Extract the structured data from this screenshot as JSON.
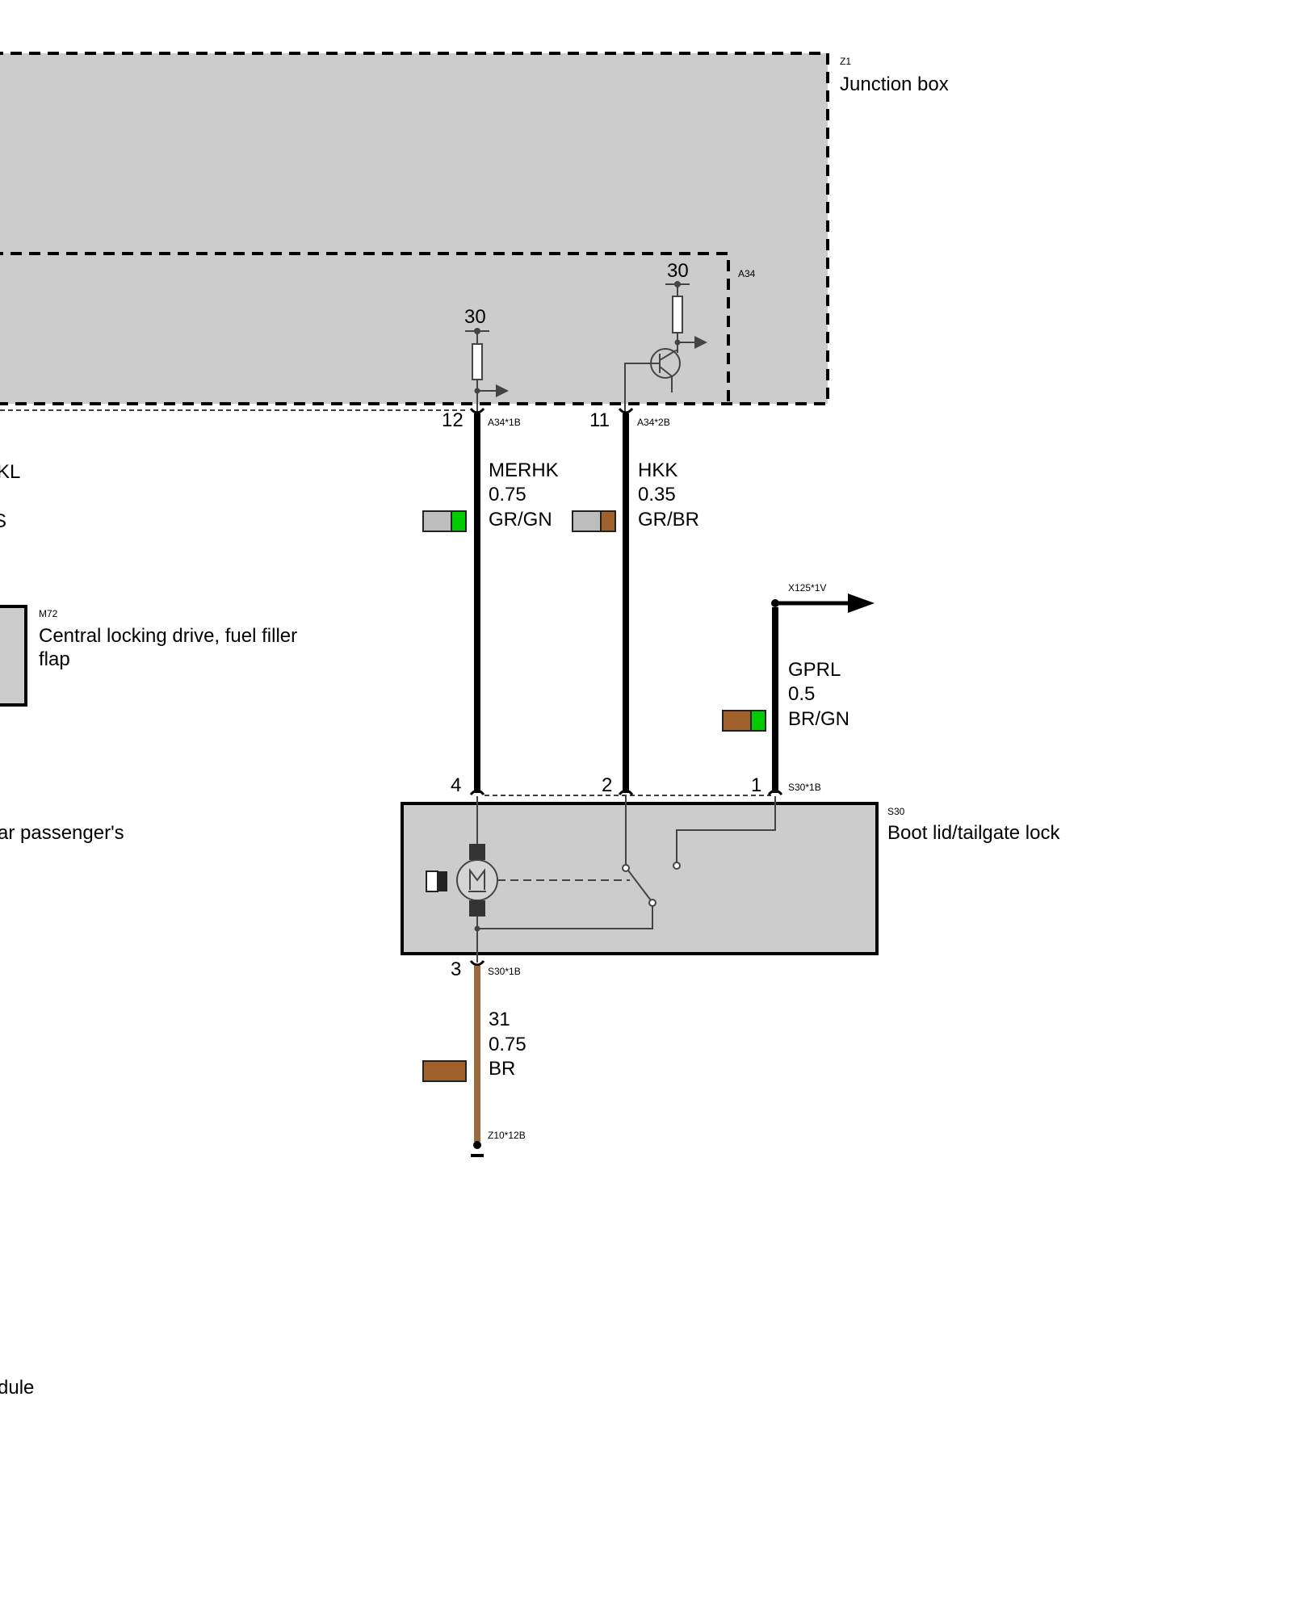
{
  "colors": {
    "box_fill": "#cccccc",
    "wire_black": "#000000",
    "wire_brown": "#9c6b3d",
    "swatch_gray": "#bdbdbd",
    "swatch_green": "#00cc00",
    "swatch_brown": "#a0612d",
    "component_line": "#444444"
  },
  "icons": {
    "motor": "motor-M-symbol",
    "transistor": "transistor-npn-symbol",
    "resistor": "resistor-symbol",
    "ground": "ground-symbol",
    "arrow": "arrow-right"
  },
  "junction_box": {
    "code": "Z1",
    "name": "Junction box"
  },
  "module_a34": {
    "code": "A34",
    "supply_left": "30",
    "supply_right": "30",
    "pin_left": "12",
    "pin_left_connector": "A34*1B",
    "pin_right": "11",
    "pin_right_connector": "A34*2B"
  },
  "wires": {
    "merhk": {
      "name": "MERHK",
      "size": "0.75",
      "color": "GR/GN",
      "swatch": [
        "gray",
        "green"
      ]
    },
    "hkk": {
      "name": "HKK",
      "size": "0.35",
      "color": "GR/BR",
      "swatch": [
        "gray",
        "brown"
      ]
    },
    "gprl": {
      "name": "GPRL",
      "size": "0.5",
      "color": "BR/GN",
      "connector": "X125*1V",
      "swatch": [
        "brown",
        "green"
      ]
    },
    "ground": {
      "name": "31",
      "size": "0.75",
      "color": "BR",
      "connector": "Z10*12B",
      "swatch": [
        "brown"
      ]
    }
  },
  "boot_lock": {
    "code": "S30",
    "name": "Boot lid/tailgate lock",
    "pin_4": "4",
    "pin_2": "2",
    "pin_1": "1",
    "pin_3": "3",
    "connector_top": "S30*1B",
    "connector_bottom": "S30*1B"
  },
  "left_cut": {
    "fragment_1": "KL",
    "fragment_2": "S",
    "m72_code": "M72",
    "m72_line1": "Central locking drive, fuel filler",
    "m72_line2": "flap",
    "fragment_3": "ar passenger's",
    "fragment_4": "dule"
  }
}
